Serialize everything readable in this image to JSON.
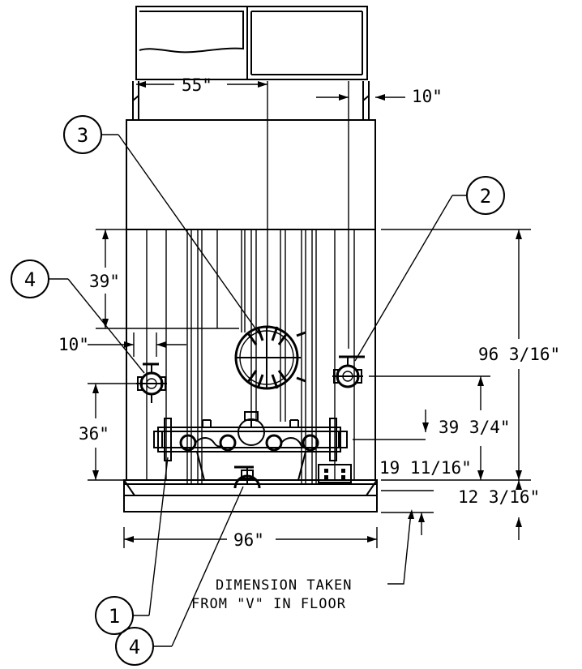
{
  "dimensions": {
    "top_width": "55\"",
    "top_right_offset": "10\"",
    "left_height": "39\"",
    "left_offset": "10\"",
    "manifold_height": "36\"",
    "overall_height": "96 3/16\"",
    "mid_height": "39 3/4\"",
    "low_height": "19 11/16\"",
    "floor_height": "12 3/16\"",
    "overall_width": "96\""
  },
  "note": {
    "line1": "DIMENSION TAKEN",
    "line2": "FROM \"V\" IN FLOOR"
  },
  "balloons": {
    "b1": "1",
    "b2": "2",
    "b3": "3",
    "b4_top": "4",
    "b4_bottom": "4"
  }
}
